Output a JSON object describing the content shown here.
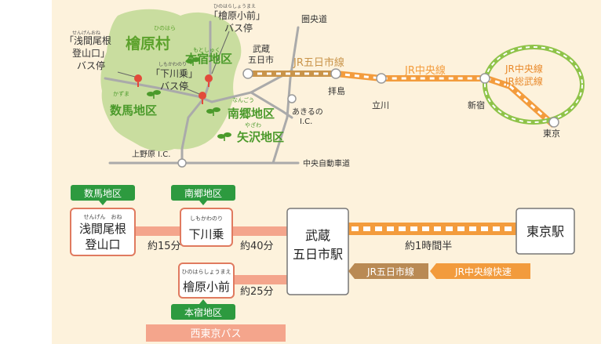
{
  "colors": {
    "background": "#fdf2dc",
    "village": "#c9dd9f",
    "village_text": "#5ca22c",
    "district_text": "#4b9a2b",
    "road": "#aaaaaa",
    "jr_gokaichi": "#c9944a",
    "jr_chuo": "#f39c3d",
    "jr_sobu": "#8fc349",
    "bus": "#f4a58c",
    "bus_stop": "#e24a3a",
    "station_border": "#777777",
    "badge_green": "#2d9a3f",
    "gokaichi_arrow": "#b98a54",
    "chuo_arrow": "#f29b3d"
  },
  "map": {
    "village": {
      "name": "檜原村",
      "ruby": "ひのはら"
    },
    "districts": [
      {
        "name": "本宿地区",
        "ruby": "もとしゅく"
      },
      {
        "name": "数馬地区",
        "ruby": "かずま"
      },
      {
        "name": "南郷地区",
        "ruby": "なんごう"
      },
      {
        "name": "矢沢地区",
        "ruby": "やざわ"
      }
    ],
    "bus_stops": [
      {
        "lines": [
          "「浅間尾根",
          "登山口」",
          "バス停"
        ],
        "ruby": "せんげんおね"
      },
      {
        "lines": [
          "「下川乗」",
          "バス停"
        ],
        "ruby": "しもかわのり"
      },
      {
        "lines": [
          "「檜原小前」",
          "バス停"
        ],
        "ruby": "ひのはらしょうまえ"
      }
    ],
    "labels": {
      "kenodo": "圏央道",
      "musashi_itsukaichi": [
        "武蔵",
        "五日市"
      ],
      "akiruno_ic": [
        "あきるの",
        "I.C."
      ],
      "uenohara_ic": "上野原 I.C.",
      "chuo_expressway": "中央自動車道"
    },
    "stations": [
      "拝島",
      "立川",
      "新宿",
      "東京"
    ],
    "lines": {
      "jr_gokaichi": "JR五日市線",
      "jr_chuo": "JR中央線",
      "jr_chuo_sobu": [
        "JR中央線",
        "JR総武線"
      ]
    }
  },
  "route": {
    "badges": {
      "kazuma": "数馬地区",
      "nango": "南郷地区",
      "motojuku": "本宿地区"
    },
    "stops": {
      "sengen": {
        "ruby": "せんげん　おね",
        "lines": [
          "浅間尾根",
          "登山口"
        ]
      },
      "shimokawanori": {
        "ruby": "しもかわのり",
        "name": "下川乗"
      },
      "hinoharasho": {
        "ruby": "ひのはらしょうまえ",
        "name": "檜原小前"
      },
      "musashi": [
        "武蔵",
        "五日市駅"
      ],
      "tokyo": "東京駅"
    },
    "times": {
      "sengen": "約15分",
      "shimokawanori": "約40分",
      "hinoharasho": "約25分",
      "train": "約1時間半"
    },
    "arrows": {
      "gokaichi": "JR五日市線",
      "chuo_rapid": "JR中央線快速"
    },
    "bus_label": "西東京バス"
  }
}
